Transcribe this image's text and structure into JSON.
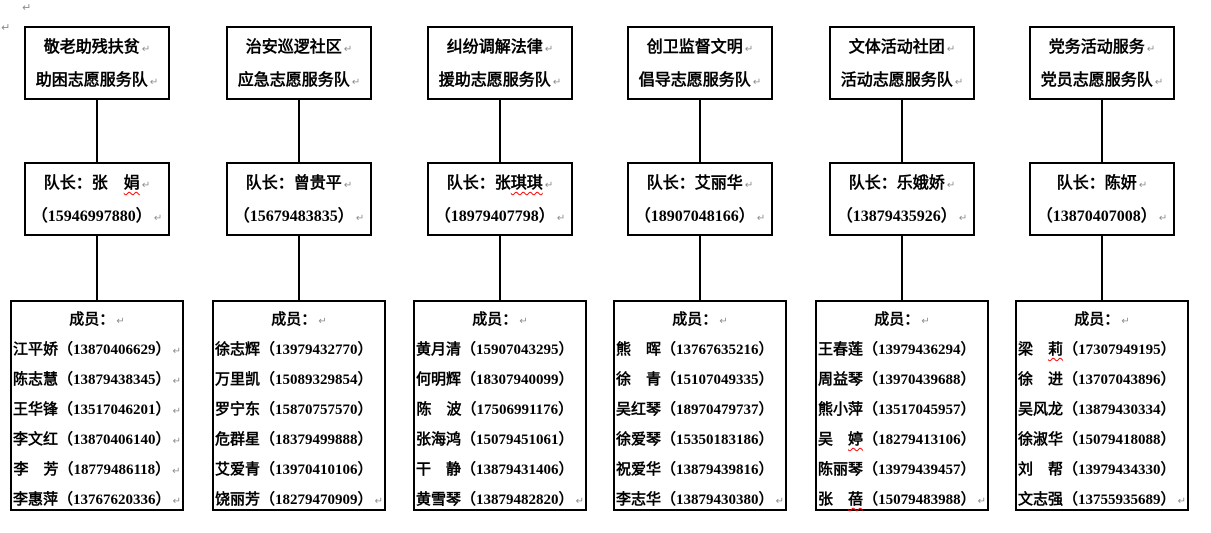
{
  "pilcrow_char": "↵",
  "colors": {
    "box_border": "#000000",
    "text": "#000000",
    "pilcrow": "#8c8c8c",
    "squiggle": "#ff0000"
  },
  "columns": [
    {
      "team_lines": [
        "敬老助残扶贫",
        "助困志愿服务队"
      ],
      "leader_line": "队长：张　娟",
      "leader_squiggle": "娟",
      "leader_phone": "（15946997880）",
      "members_header": "成员：",
      "members": [
        {
          "name": "江平娇",
          "phone": "（13870406629）",
          "eol": true
        },
        {
          "name": "陈志慧",
          "phone": "（13879438345）",
          "eol": true
        },
        {
          "name": "王华锋",
          "phone": "（13517046201）",
          "eol": true
        },
        {
          "name": "李文红",
          "phone": "（13870406140）",
          "eol": true
        },
        {
          "name": "李　芳",
          "phone": "（18779486118）",
          "eol": true
        },
        {
          "name": "李惠萍",
          "phone": "（13767620336）",
          "eol": true
        }
      ]
    },
    {
      "team_lines": [
        "治安巡逻社区",
        "应急志愿服务队"
      ],
      "leader_line": "队长：曾贵平",
      "leader_phone": "（15679483835）",
      "members_header": "成员：",
      "members": [
        {
          "name": "徐志辉",
          "phone": "（13979432770）",
          "eol": false
        },
        {
          "name": "万里凯",
          "phone": "（15089329854）",
          "eol": false
        },
        {
          "name": "罗宁东",
          "phone": "（15870757570）",
          "eol": false
        },
        {
          "name": "危群星",
          "phone": "（18379499888）",
          "eol": false
        },
        {
          "name": "艾爱青",
          "phone": "（13970410106）",
          "eol": false
        },
        {
          "name": "饶丽芳",
          "phone": "（18279470909）",
          "eol": true
        }
      ]
    },
    {
      "team_lines": [
        "纠纷调解法律",
        "援助志愿服务队"
      ],
      "leader_line": "队长：张琪琪",
      "leader_squiggle": "琪琪",
      "leader_phone": "（18979407798）",
      "members_header": "成员：",
      "members": [
        {
          "name": "黄月清",
          "phone": "（15907043295）",
          "eol": false
        },
        {
          "name": "何明辉",
          "phone": "（18307940099）",
          "eol": false
        },
        {
          "name": "陈　波",
          "phone": "（17506991176）",
          "eol": false
        },
        {
          "name": "张海鸿",
          "phone": "（15079451061）",
          "eol": false
        },
        {
          "name": "干　静",
          "phone": "（13879431406）",
          "eol": false
        },
        {
          "name": "黄雪琴",
          "phone": "（13879482820）",
          "eol": true
        }
      ]
    },
    {
      "team_lines": [
        "创卫监督文明",
        "倡导志愿服务队"
      ],
      "leader_line": "队长：艾丽华",
      "leader_phone": "（18907048166）",
      "members_header": "成员：",
      "members": [
        {
          "name": "熊　晖",
          "phone": "（13767635216）",
          "eol": false
        },
        {
          "name": "徐　青",
          "phone": "（15107049335）",
          "eol": false
        },
        {
          "name": "吴红琴",
          "phone": "（18970479737）",
          "eol": false
        },
        {
          "name": "徐爱琴",
          "phone": "（15350183186）",
          "eol": false
        },
        {
          "name": "祝爱华",
          "phone": "（13879439816）",
          "eol": false
        },
        {
          "name": "李志华",
          "phone": "（13879430380）",
          "eol": true
        }
      ]
    },
    {
      "team_lines": [
        "文体活动社团",
        "活动志愿服务队"
      ],
      "leader_line": "队长：乐娥娇",
      "leader_phone": "（13879435926）",
      "members_header": "成员：",
      "members": [
        {
          "name": "王春莲",
          "phone": "（13979436294）",
          "eol": false
        },
        {
          "name": "周益琴",
          "phone": "（13970439688）",
          "eol": false
        },
        {
          "name": "熊小萍",
          "phone": "（13517045957）",
          "eol": false
        },
        {
          "name": "吴　婷",
          "phone": "（18279413106）",
          "squiggle": "婷",
          "eol": false
        },
        {
          "name": "陈丽琴",
          "phone": "（13979439457）",
          "eol": false
        },
        {
          "name": "张　蓓",
          "phone": "（15079483988）",
          "squiggle": "蓓",
          "eol": true
        }
      ]
    },
    {
      "team_lines": [
        "党务活动服务",
        "党员志愿服务队"
      ],
      "leader_line": "队长：陈妍",
      "leader_phone": "（13870407008）",
      "members_header": "成员：",
      "members": [
        {
          "name": "梁　莉",
          "phone": "（17307949195）",
          "squiggle": "莉",
          "eol": false
        },
        {
          "name": "徐　进",
          "phone": "（13707043896）",
          "eol": false
        },
        {
          "name": "吴风龙",
          "phone": "（13879430334）",
          "eol": false
        },
        {
          "name": "徐淑华",
          "phone": "（15079418088）",
          "eol": false
        },
        {
          "name": "刘　帮",
          "phone": "（13979434330）",
          "eol": false
        },
        {
          "name": "文志强",
          "phone": "（13755935689）",
          "eol": true
        }
      ]
    }
  ]
}
